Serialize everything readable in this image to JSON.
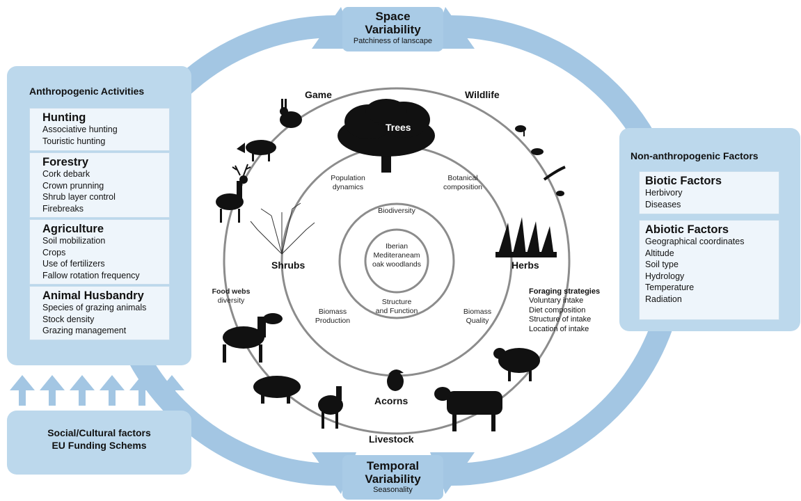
{
  "space": {
    "title_line1": "Space",
    "title_line2": "Variability",
    "subtitle": "Patchiness of lanscape"
  },
  "temporal": {
    "title_line1": "Temporal",
    "title_line2": "Variability",
    "subtitle": "Seasonality"
  },
  "anthropogenic": {
    "title": "Anthropogenic Activities",
    "groups": [
      {
        "heading": "Hunting",
        "items": [
          "Associative hunting",
          "Touristic hunting"
        ]
      },
      {
        "heading": "Forestry",
        "items": [
          "Cork debark",
          "Crown prunning",
          "Shrub layer control",
          "Firebreaks"
        ]
      },
      {
        "heading": "Agriculture",
        "items": [
          "Soil mobilization",
          "Crops",
          "Use of fertilizers",
          "Fallow rotation frequency"
        ]
      },
      {
        "heading": "Animal Husbandry",
        "items": [
          "Species of grazing animals",
          "Stock density",
          "Grazing management"
        ]
      }
    ]
  },
  "social": {
    "line1": "Social/Cultural factors",
    "line2": "EU Funding Schems"
  },
  "non_anthropogenic": {
    "title": "Non-anthropogenic Factors",
    "groups": [
      {
        "heading": "Biotic Factors",
        "items": [
          "Herbivory",
          "Diseases"
        ]
      },
      {
        "heading": "Abiotic Factors",
        "items": [
          "Geographical coordinates",
          "Altitude",
          "Soil type",
          "Hydrology",
          "Temperature",
          "Radiation"
        ]
      }
    ]
  },
  "rings": {
    "game": "Game",
    "wildlife": "Wildlife",
    "trees": "Trees",
    "shrubs": "Shrubs",
    "herbs": "Herbs",
    "acorns": "Acorns",
    "livestock": "Livestock",
    "population": [
      "Population",
      "dynamics"
    ],
    "botanical": [
      "Botanical",
      "composition"
    ],
    "biodiversity": "Biodiversity",
    "center": [
      "Iberian",
      "Mediteraneam",
      "oak woodlands"
    ],
    "structure": [
      "Structure",
      "and Function"
    ],
    "biomass_production": [
      "Biomass",
      "Production"
    ],
    "biomass_quality": [
      "Biomass",
      "Quality"
    ],
    "food_webs": [
      "Food webs",
      "diversity"
    ],
    "foraging": {
      "title": "Foraging strategies",
      "items": [
        "Voluntary intake",
        "Diet composition",
        "Structure of intake",
        "Location of intake"
      ]
    }
  },
  "colors": {
    "arrow": "#a3c6e3",
    "panel": "#bcd8ec",
    "card": "#eef5fb",
    "box": "#a9cbe6",
    "silhouette": "#111111"
  }
}
